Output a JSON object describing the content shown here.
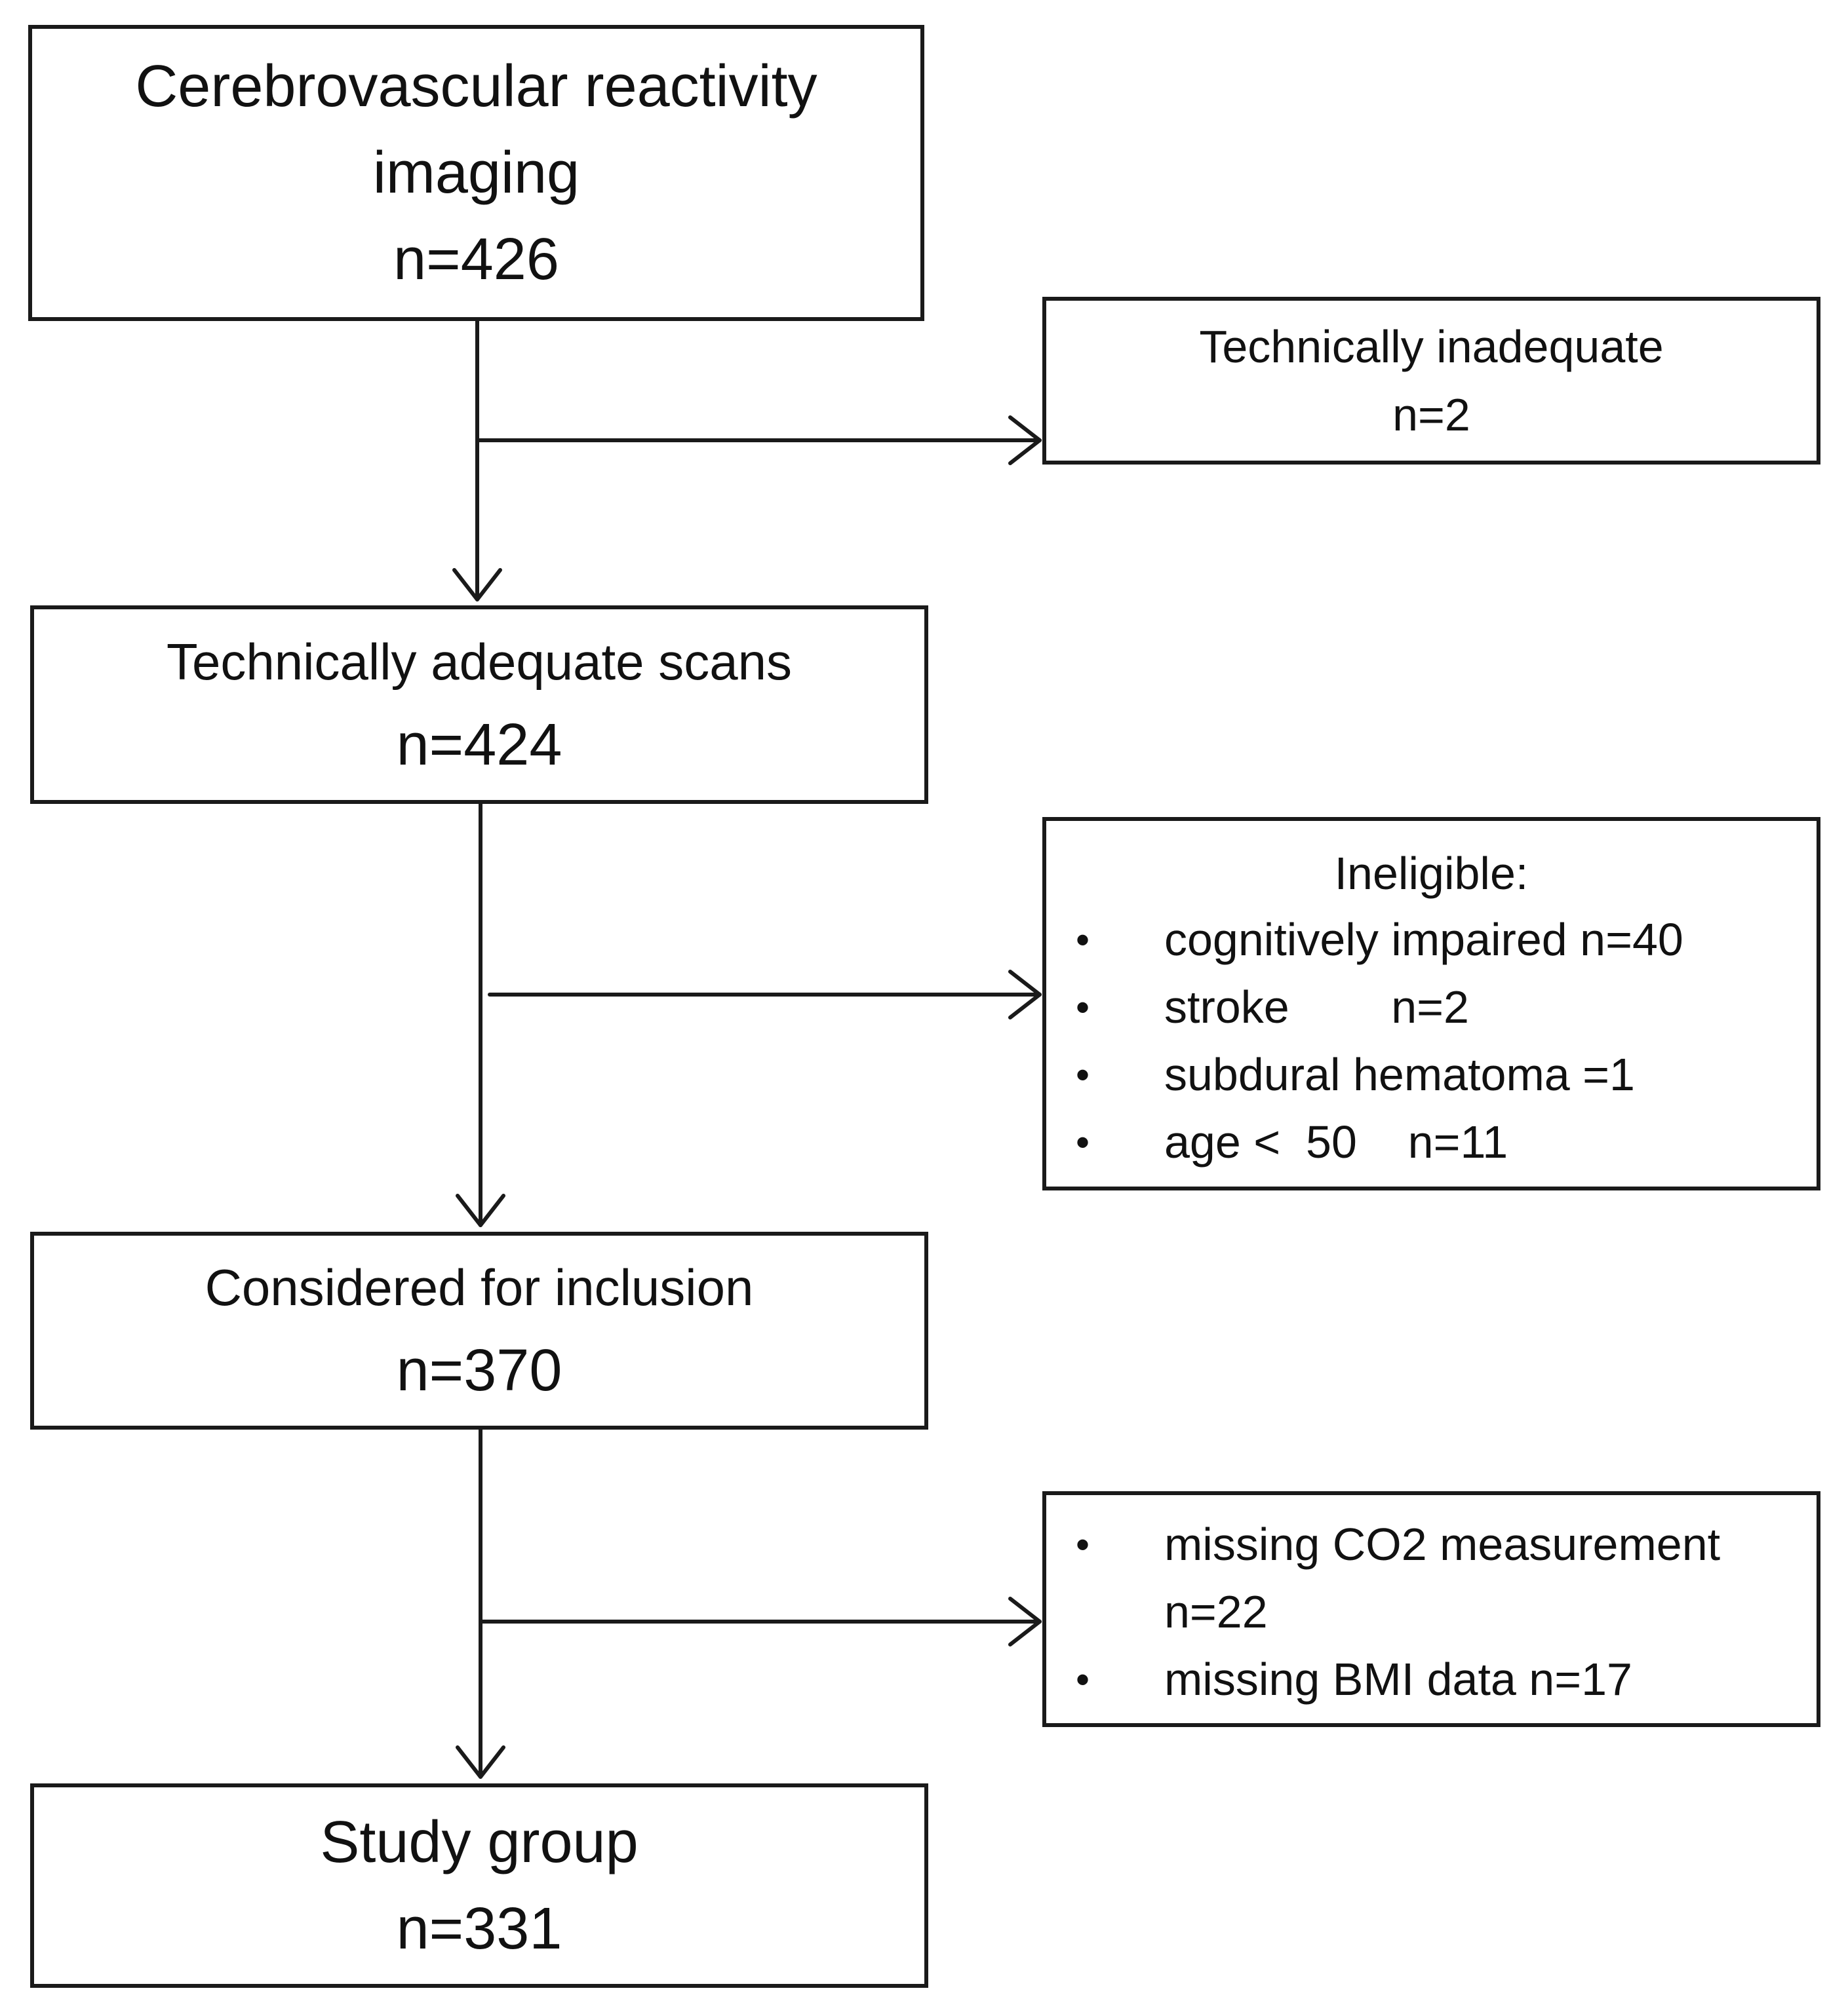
{
  "boxes": {
    "initial": {
      "lines": [
        "Cerebrovascular reactivity",
        "imaging",
        "n=426"
      ]
    },
    "technically_inadequate": {
      "lines": [
        "Technically inadequate",
        "n=2"
      ]
    },
    "adequate_scans": {
      "lines": [
        "Technically adequate  scans",
        "n=424"
      ]
    },
    "ineligible": {
      "title": "Ineligible:",
      "items": [
        "cognitively impaired n=40",
        "stroke        n=2",
        "subdural hematoma =1",
        "age <  50    n=11"
      ]
    },
    "considered": {
      "lines": [
        "Considered  for inclusion",
        "n=370"
      ]
    },
    "missing": {
      "items": [
        "missing CO2 measurement\nn=22",
        "missing BMI data n=17"
      ]
    },
    "study_group": {
      "lines": [
        "Study group",
        "n=331"
      ]
    }
  },
  "bullet_glyph": "•",
  "colors": {
    "stroke": "#1a1a1a",
    "background": "#ffffff"
  }
}
